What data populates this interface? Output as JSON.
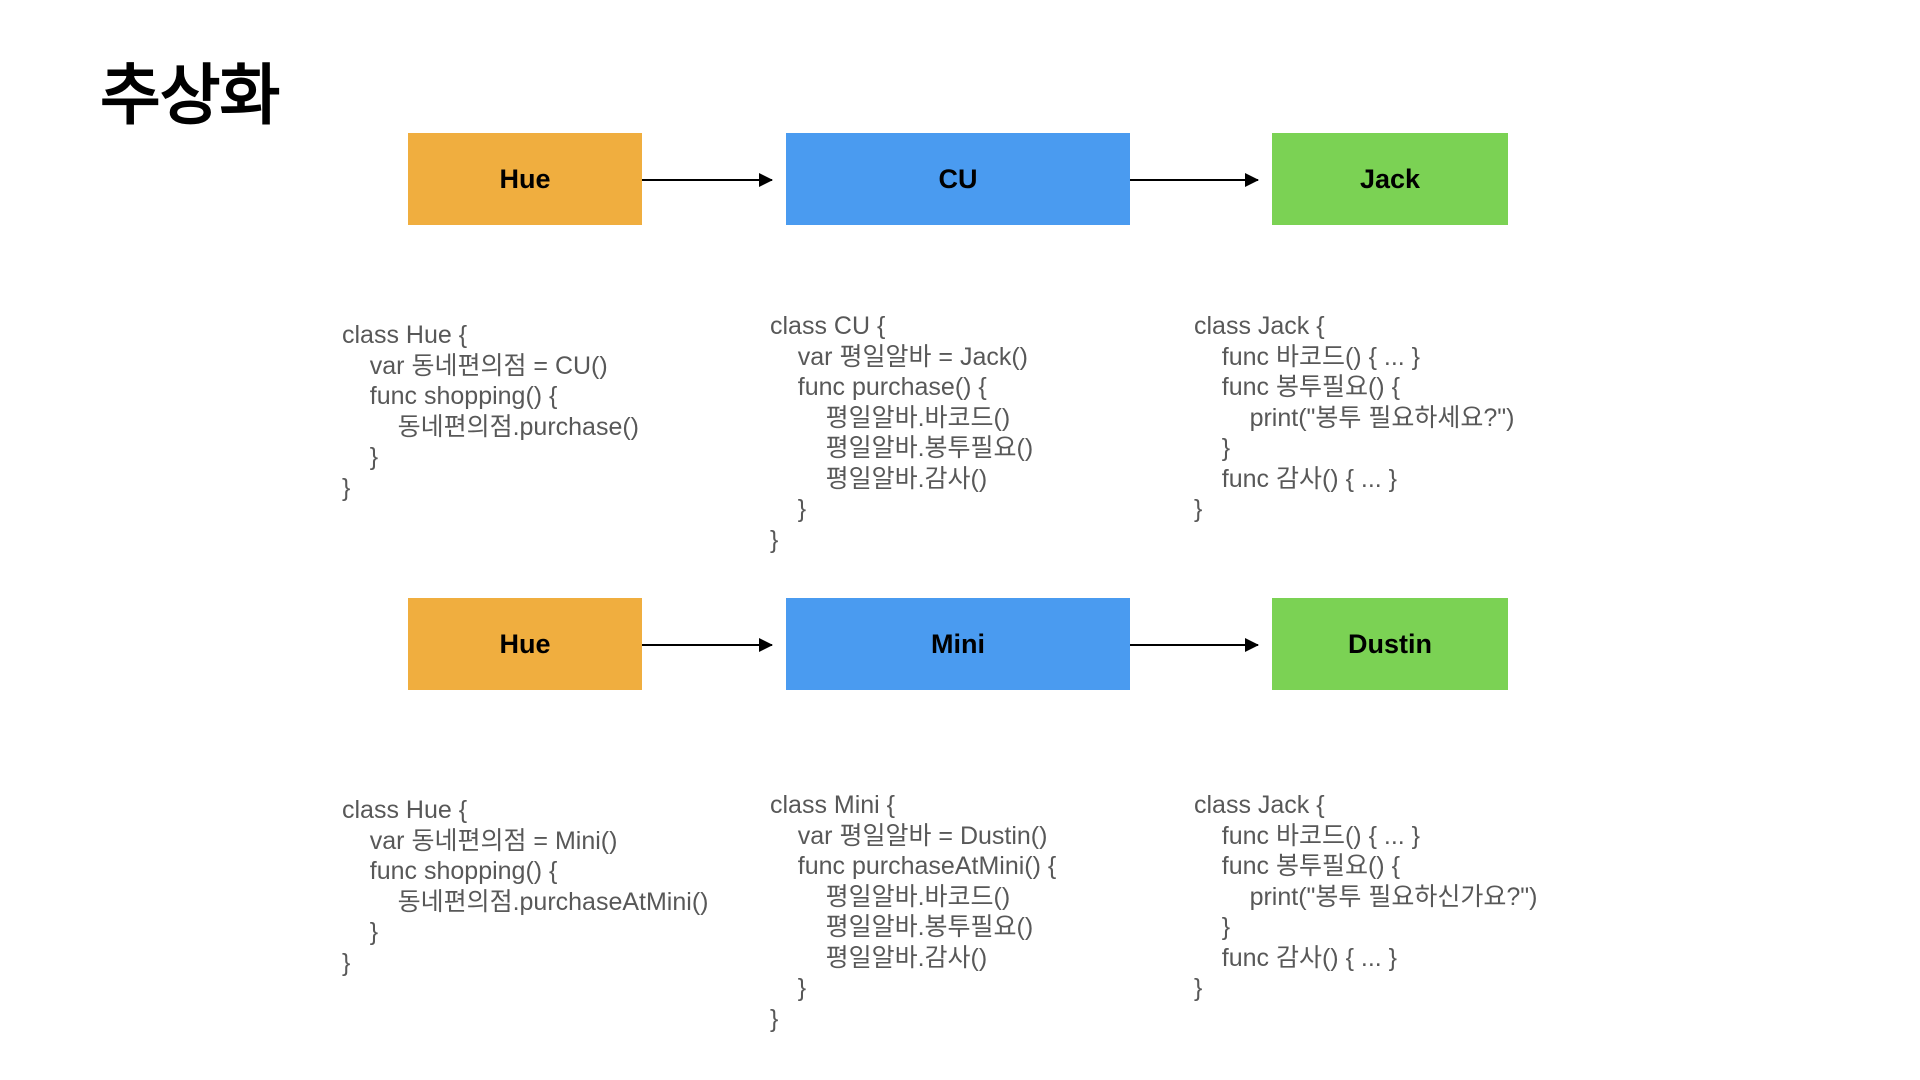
{
  "slide": {
    "title": "추상화",
    "background_color": "#ffffff"
  },
  "palette": {
    "orange": "#F0AE3F",
    "blue": "#4A9BF0",
    "green": "#7BD254",
    "arrow": "#000000",
    "code_text": "#585858",
    "node_text": "#000000"
  },
  "rows": [
    {
      "nodes": [
        {
          "label": "Hue",
          "color": "#F0AE3F"
        },
        {
          "label": "CU",
          "color": "#4A9BF0"
        },
        {
          "label": "Jack",
          "color": "#7BD254"
        }
      ],
      "arrows": [
        {
          "from": "Hue",
          "to": "CU"
        },
        {
          "from": "CU",
          "to": "Jack"
        }
      ],
      "code_blocks": [
        {
          "name": "class-hue",
          "lines": [
            "class Hue {",
            "    var 동네편의점 = CU()",
            "    func shopping() {",
            "        동네편의점.purchase()",
            "    }",
            "}"
          ]
        },
        {
          "name": "class-cu",
          "lines": [
            "class CU {",
            "    var 평일알바 = Jack()",
            "    func purchase() {",
            "        평일알바.바코드()",
            "        평일알바.봉투필요()",
            "        평일알바.감사()",
            "    }",
            "}"
          ]
        },
        {
          "name": "class-jack",
          "lines": [
            "class Jack {",
            "    func 바코드() { ... }",
            "    func 봉투필요() {",
            "        print(\"봉투 필요하세요?\")",
            "    }",
            "    func 감사() { ... }",
            "}"
          ]
        }
      ]
    },
    {
      "nodes": [
        {
          "label": "Hue",
          "color": "#F0AE3F"
        },
        {
          "label": "Mini",
          "color": "#4A9BF0"
        },
        {
          "label": "Dustin",
          "color": "#7BD254"
        }
      ],
      "arrows": [
        {
          "from": "Hue",
          "to": "Mini"
        },
        {
          "from": "Mini",
          "to": "Dustin"
        }
      ],
      "code_blocks": [
        {
          "name": "class-hue-mini",
          "lines": [
            "class Hue {",
            "    var 동네편의점 = Mini()",
            "    func shopping() {",
            "        동네편의점.purchaseAtMini()",
            "    }",
            "}"
          ]
        },
        {
          "name": "class-mini",
          "lines": [
            "class Mini {",
            "    var 평일알바 = Dustin()",
            "    func purchaseAtMini() {",
            "        평일알바.바코드()",
            "        평일알바.봉투필요()",
            "        평일알바.감사()",
            "    }",
            "}"
          ]
        },
        {
          "name": "class-jack-2",
          "lines": [
            "class Jack {",
            "    func 바코드() { ... }",
            "    func 봉투필요() {",
            "        print(\"봉투 필요하신가요?\")",
            "    }",
            "    func 감사() { ... }",
            "}"
          ]
        }
      ]
    }
  ]
}
